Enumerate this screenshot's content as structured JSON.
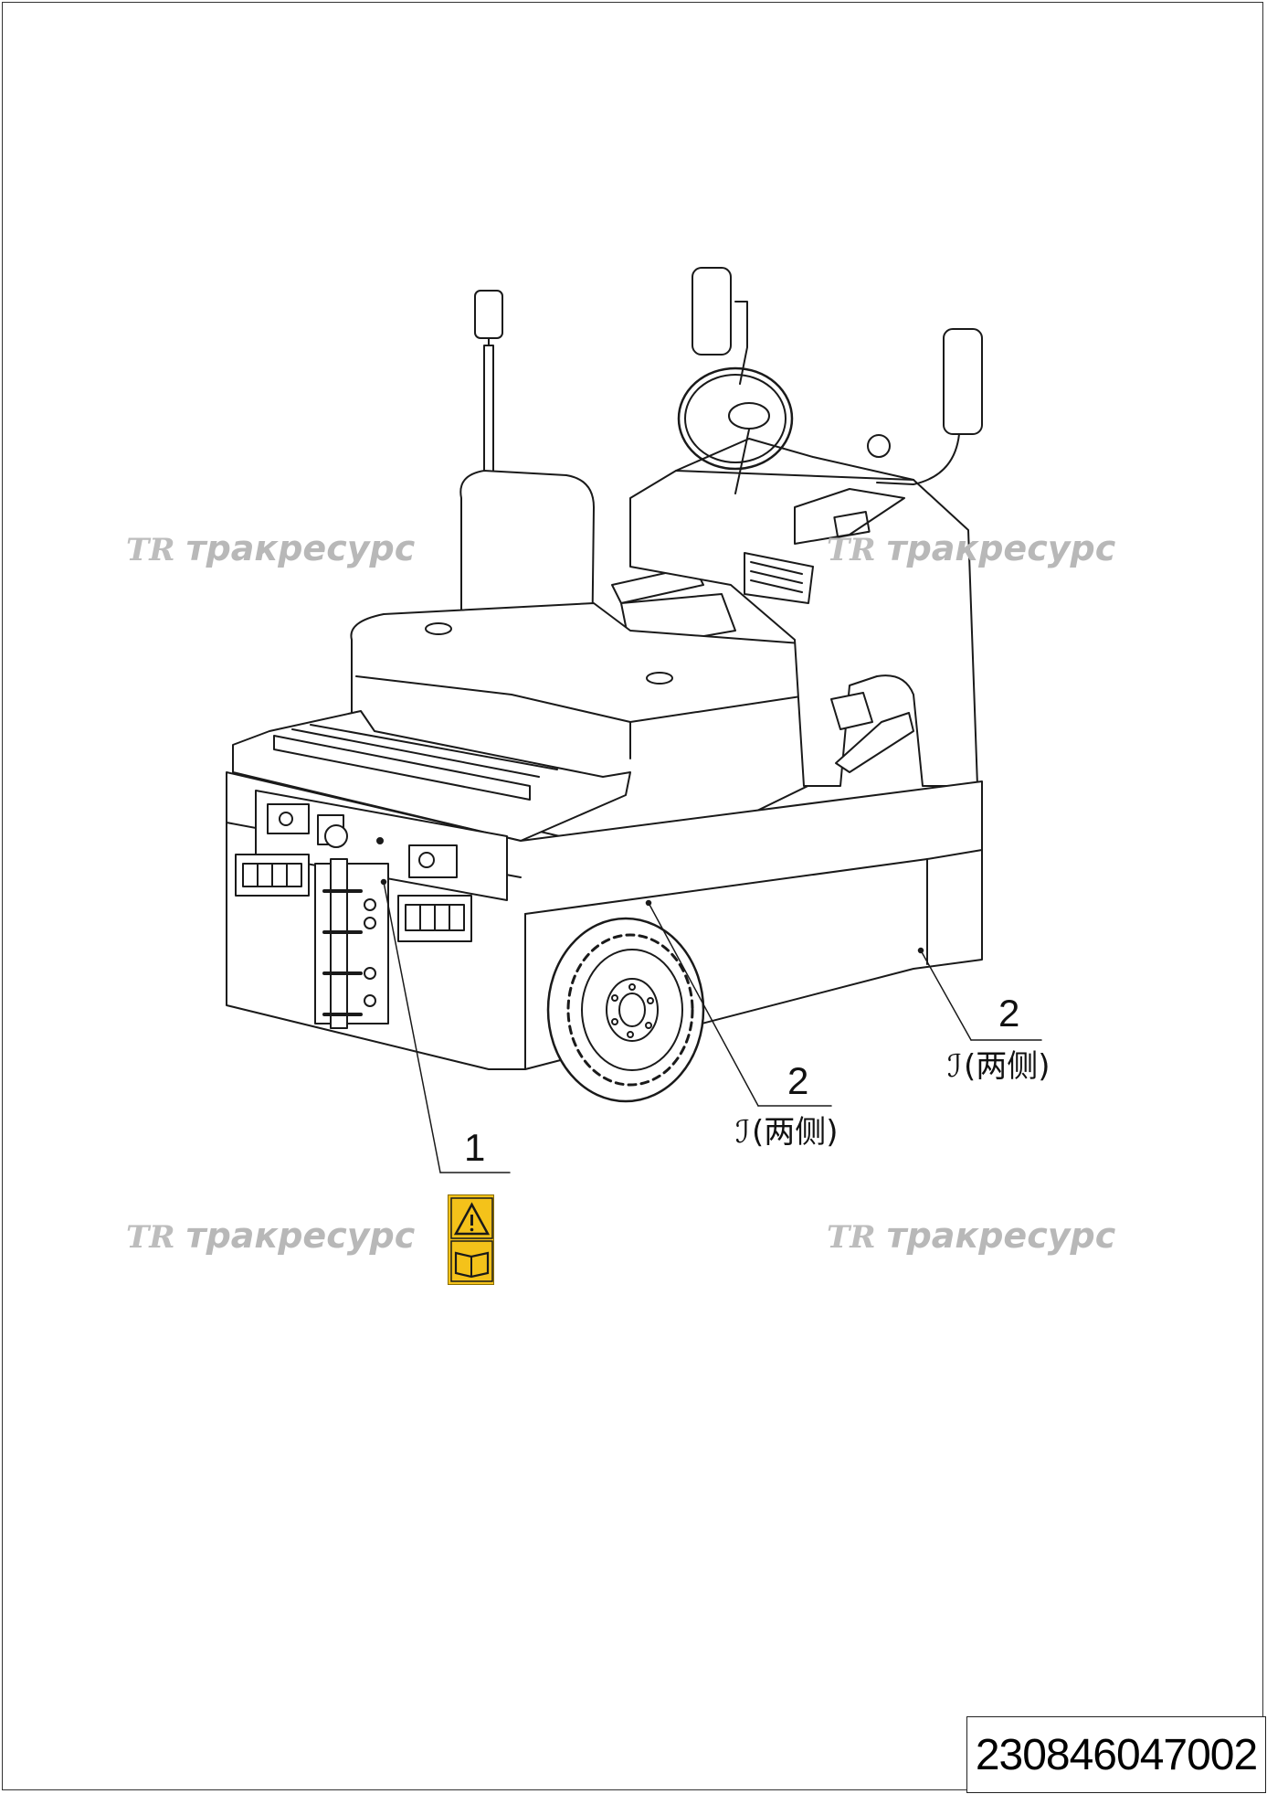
{
  "watermark": {
    "logo": "TR",
    "text": "тракресурс"
  },
  "callouts": [
    {
      "number": "1"
    },
    {
      "number": "2",
      "note": "(两侧)",
      "icon": "lifting-hook-icon"
    },
    {
      "number": "2",
      "note": "(两侧)",
      "icon": "lifting-hook-icon"
    }
  ],
  "decal": {
    "icons": [
      "warning-triangle-icon",
      "manual-book-icon"
    ],
    "color": "#f4c21a"
  },
  "document_number": "230846047002"
}
